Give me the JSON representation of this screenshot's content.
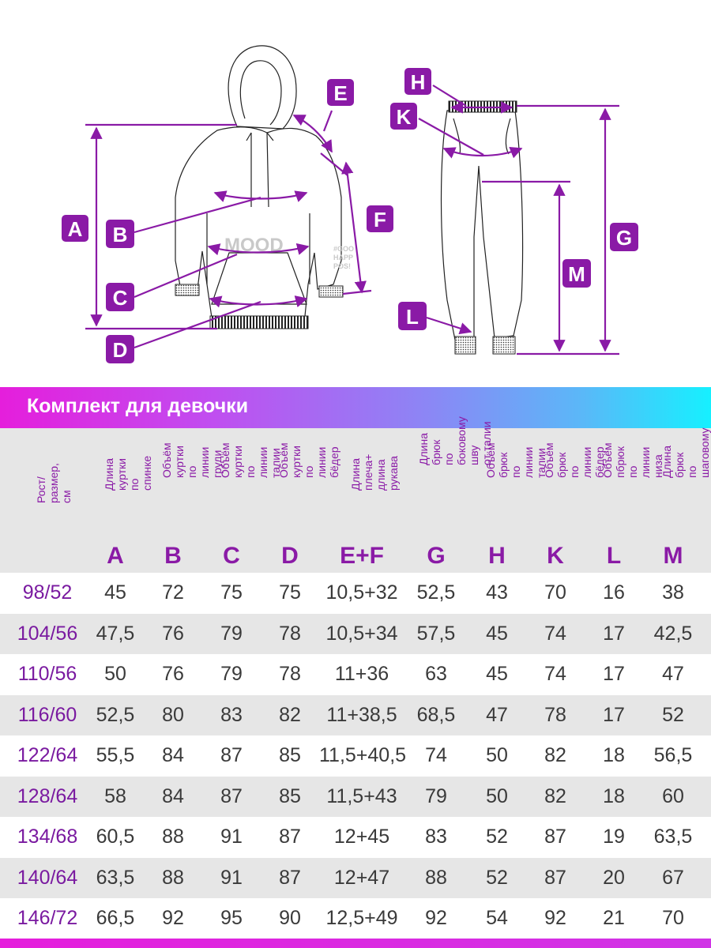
{
  "diagram": {
    "markers": [
      "A",
      "B",
      "C",
      "D",
      "E",
      "F",
      "G",
      "H",
      "K",
      "L",
      "M"
    ],
    "print_word": "MOOD",
    "print_small": [
      "#GOO",
      "HAPP",
      "POS!"
    ]
  },
  "banner": {
    "title": "Комплект для девочки"
  },
  "table": {
    "columns": [
      {
        "desc": "Рост/\nразмер, см",
        "letter": ""
      },
      {
        "desc": "Длина куртки\nпо спинке",
        "letter": "A"
      },
      {
        "desc": "Объём куртки по\nлинии груди",
        "letter": "B"
      },
      {
        "desc": "Объём куртки по\nлинии талии",
        "letter": "C"
      },
      {
        "desc": "Объём куртки по\nлинии бёдер",
        "letter": "D"
      },
      {
        "desc": "Длина плеча+\nдлина рукава",
        "letter": "E+F"
      },
      {
        "desc": "Длина брюк\nпо боковому шву\nот талии",
        "letter": "G"
      },
      {
        "desc": "Объём брюк\nпо линии талии",
        "letter": "H"
      },
      {
        "desc": "Объём брюк\nпо линии бёдер",
        "letter": "K"
      },
      {
        "desc": "Объём пбрюк\nпо линии низа",
        "letter": "L"
      },
      {
        "desc": "Длина брюк\nпо шаговому шву",
        "letter": "M"
      }
    ],
    "rows": [
      [
        "98/52",
        "45",
        "72",
        "75",
        "75",
        "10,5+32",
        "52,5",
        "43",
        "70",
        "16",
        "38"
      ],
      [
        "104/56",
        "47,5",
        "76",
        "79",
        "78",
        "10,5+34",
        "57,5",
        "45",
        "74",
        "17",
        "42,5"
      ],
      [
        "110/56",
        "50",
        "76",
        "79",
        "78",
        "11+36",
        "63",
        "45",
        "74",
        "17",
        "47"
      ],
      [
        "116/60",
        "52,5",
        "80",
        "83",
        "82",
        "11+38,5",
        "68,5",
        "47",
        "78",
        "17",
        "52"
      ],
      [
        "122/64",
        "55,5",
        "84",
        "87",
        "85",
        "11,5+40,5",
        "74",
        "50",
        "82",
        "18",
        "56,5"
      ],
      [
        "128/64",
        "58",
        "84",
        "87",
        "85",
        "11,5+43",
        "79",
        "50",
        "82",
        "18",
        "60"
      ],
      [
        "134/68",
        "60,5",
        "88",
        "91",
        "87",
        "12+45",
        "83",
        "52",
        "87",
        "19",
        "63,5"
      ],
      [
        "140/64",
        "63,5",
        "88",
        "91",
        "87",
        "12+47",
        "88",
        "52",
        "87",
        "20",
        "67"
      ],
      [
        "146/72",
        "66,5",
        "92",
        "95",
        "90",
        "12,5+49",
        "92",
        "54",
        "92",
        "21",
        "70"
      ]
    ]
  }
}
